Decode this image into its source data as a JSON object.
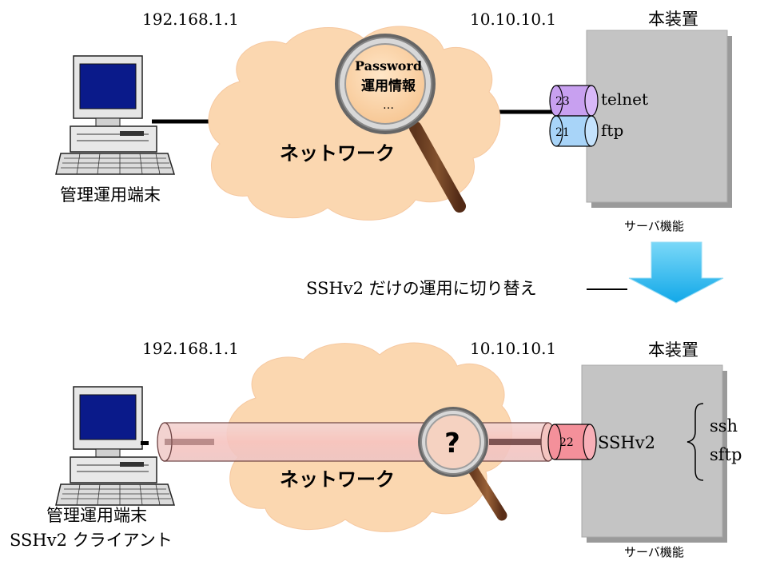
{
  "top": {
    "ip_client": "192.168.1.1",
    "ip_server": "10.10.10.1",
    "device_label": "本装置",
    "client_label": "管理運用端末",
    "network_label": "ネットワーク",
    "magnifier": {
      "line1": "Password",
      "line2": "運用情報",
      "line3": "…"
    },
    "ports": [
      {
        "number": "23",
        "service": "telnet",
        "color": "#c8a0f0"
      },
      {
        "number": "21",
        "service": "ftp",
        "color": "#a8d4f8"
      }
    ],
    "server_function_label": "サーバ機能"
  },
  "transition": {
    "label": "SSHv2 だけの運用に切り替え",
    "arrow_color": "#1fb6f0"
  },
  "bottom": {
    "ip_client": "192.168.1.1",
    "ip_server": "10.10.10.1",
    "device_label": "本装置",
    "client_label_line1": "管理運用端末",
    "client_label_line2": "SSHv2 クライアント",
    "network_label": "ネットワーク",
    "magnifier_symbol": "?",
    "port": {
      "number": "22",
      "color": "#f4909a"
    },
    "protocol": "SSHv2",
    "services": [
      "ssh",
      "sftp"
    ],
    "server_function_label": "サーバ機能"
  },
  "colors": {
    "cloud": "#fbd7b0",
    "server_box": "#c4c4c4",
    "tunnel": "#f8c8c8"
  }
}
